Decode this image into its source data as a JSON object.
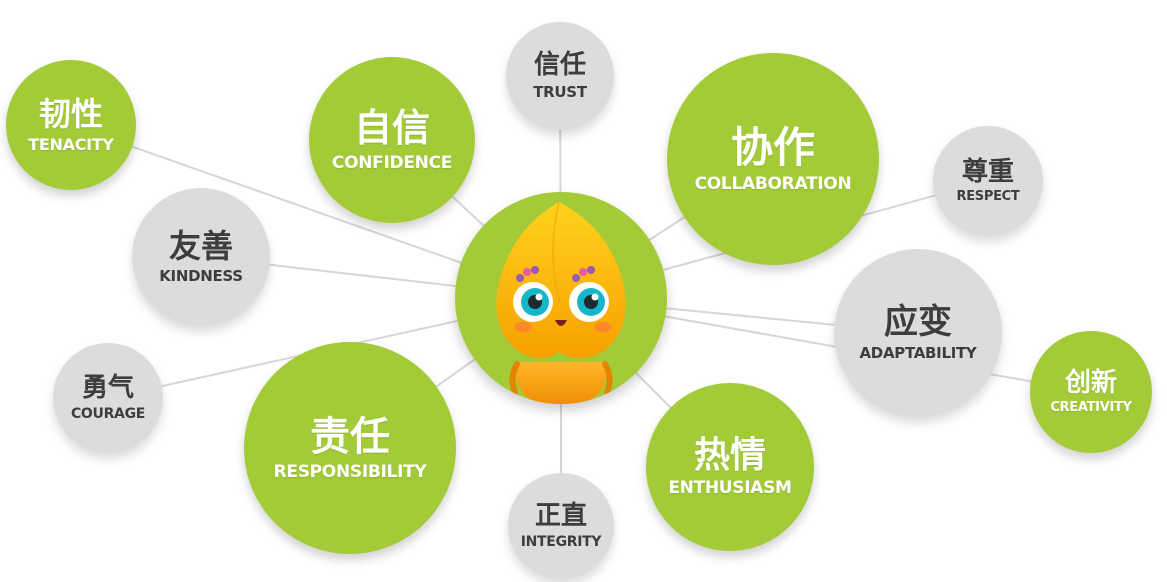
{
  "colors": {
    "green": "#a3cb38",
    "gray": "#dcdcdc",
    "line": "#d6d6d6",
    "mascot": "#f6b400"
  },
  "mascot": {
    "icon": "peach-mascot-icon"
  },
  "nodes": [
    {
      "id": "tenacity",
      "zh": "韧性",
      "en": "TENACITY",
      "style": "green"
    },
    {
      "id": "confidence",
      "zh": "自信",
      "en": "CONFIDENCE",
      "style": "green"
    },
    {
      "id": "trust",
      "zh": "信任",
      "en": "TRUST",
      "style": "gray"
    },
    {
      "id": "collaboration",
      "zh": "协作",
      "en": "COLLABORATION",
      "style": "green"
    },
    {
      "id": "respect",
      "zh": "尊重",
      "en": "RESPECT",
      "style": "gray"
    },
    {
      "id": "kindness",
      "zh": "友善",
      "en": "KINDNESS",
      "style": "gray"
    },
    {
      "id": "adaptability",
      "zh": "应变",
      "en": "ADAPTABILITY",
      "style": "gray"
    },
    {
      "id": "creativity",
      "zh": "创新",
      "en": "CREATIVITY",
      "style": "green"
    },
    {
      "id": "courage",
      "zh": "勇气",
      "en": "COURAGE",
      "style": "gray"
    },
    {
      "id": "responsibility",
      "zh": "责任",
      "en": "RESPONSIBILITY",
      "style": "green"
    },
    {
      "id": "integrity",
      "zh": "正直",
      "en": "INTEGRITY",
      "style": "gray"
    },
    {
      "id": "enthusiasm",
      "zh": "热情",
      "en": "ENTHUSIASM",
      "style": "green"
    }
  ]
}
